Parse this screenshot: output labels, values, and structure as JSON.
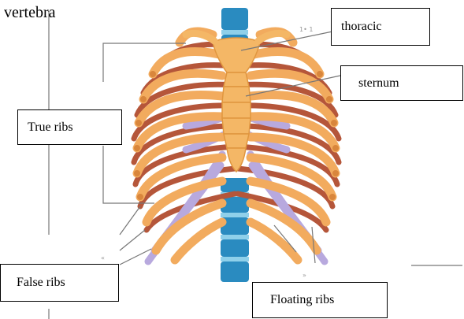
{
  "diagram": {
    "heading": "vertebra",
    "labels": {
      "thoracic": "thoracic",
      "sternum": "sternum",
      "true_ribs": "True ribs",
      "false_ribs": "False ribs",
      "floating_ribs": "Floating ribs"
    },
    "colors": {
      "rib": "#f2ab5e",
      "rib_shade": "#d9863c",
      "intercostal": "#b5563a",
      "cartilage": "#b8a9de",
      "vertebra": "#2a8bc0",
      "disc": "#8fd0ea",
      "sternum": "#f4b766"
    }
  }
}
